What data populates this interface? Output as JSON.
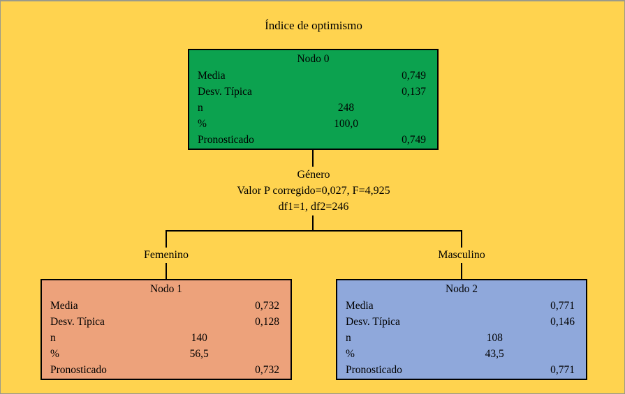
{
  "title": "Índice de optimismo",
  "colors": {
    "background": "#FFD34F",
    "node0": "#0CA24F",
    "node1": "#EDA27B",
    "node2": "#8FA8DB",
    "line": "#000000"
  },
  "split": {
    "variable": "Género",
    "adjusted_p": "Valor P corregido=0,027, F=4,925",
    "df": "df1=1, df2=246",
    "branches": [
      {
        "label": "Femenino"
      },
      {
        "label": "Masculino"
      }
    ]
  },
  "nodes": [
    {
      "title": "Nodo 0",
      "rows": [
        {
          "label": "Media",
          "mid": "",
          "value": "0,749"
        },
        {
          "label": "Desv. Típica",
          "mid": "",
          "value": "0,137"
        },
        {
          "label": "n",
          "mid": "248",
          "value": ""
        },
        {
          "label": "%",
          "mid": "100,0",
          "value": ""
        },
        {
          "label": "Pronosticado",
          "mid": "",
          "value": "0,749"
        }
      ]
    },
    {
      "title": "Nodo 1",
      "rows": [
        {
          "label": "Media",
          "mid": "",
          "value": "0,732"
        },
        {
          "label": "Desv. Típica",
          "mid": "",
          "value": "0,128"
        },
        {
          "label": "n",
          "mid": "140",
          "value": ""
        },
        {
          "label": "%",
          "mid": "56,5",
          "value": ""
        },
        {
          "label": "Pronosticado",
          "mid": "",
          "value": "0,732"
        }
      ]
    },
    {
      "title": "Nodo 2",
      "rows": [
        {
          "label": "Media",
          "mid": "",
          "value": "0,771"
        },
        {
          "label": "Desv. Típica",
          "mid": "",
          "value": "0,146"
        },
        {
          "label": "n",
          "mid": "108",
          "value": ""
        },
        {
          "label": "%",
          "mid": "43,5",
          "value": ""
        },
        {
          "label": "Pronosticado",
          "mid": "",
          "value": "0,771"
        }
      ]
    }
  ]
}
